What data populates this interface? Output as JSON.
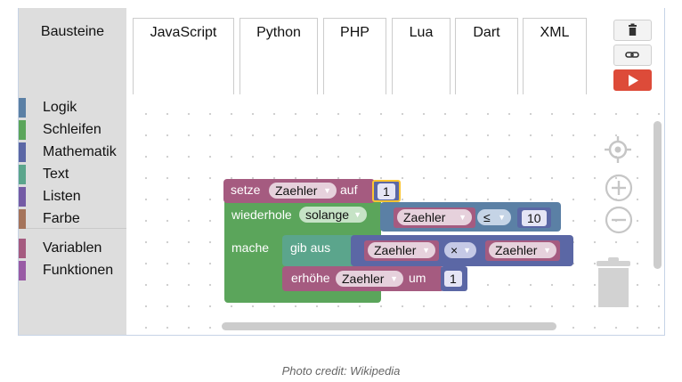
{
  "tabs": [
    "Bausteine",
    "JavaScript",
    "Python",
    "PHP",
    "Lua",
    "Dart",
    "XML"
  ],
  "toolbar": {
    "trash_icon": "trash-icon",
    "link_icon": "link-icon",
    "run_icon": "play-icon"
  },
  "categories": [
    {
      "label": "Logik",
      "color": "#5b80a5"
    },
    {
      "label": "Schleifen",
      "color": "#5ba55b"
    },
    {
      "label": "Mathematik",
      "color": "#5b67a5"
    },
    {
      "label": "Text",
      "color": "#5ba58c"
    },
    {
      "label": "Listen",
      "color": "#745ba5"
    },
    {
      "label": "Farbe",
      "color": "#a5745b"
    },
    {
      "label": "Variablen",
      "color": "#a55b80"
    },
    {
      "label": "Funktionen",
      "color": "#995ba5"
    }
  ],
  "blocks": {
    "set_kw": "setze",
    "set_var": "Zaehler",
    "set_to": "auf",
    "set_value": "1",
    "loop_kw": "wiederhole",
    "loop_mode": "solange",
    "do_kw": "mache",
    "cmp_left": "Zaehler",
    "cmp_op": "≤",
    "cmp_right": "10",
    "print_kw": "gib aus",
    "mul_left": "Zaehler",
    "mul_op": "×",
    "mul_right": "Zaehler",
    "inc_kw": "erhöhe",
    "inc_var": "Zaehler",
    "inc_by": "um",
    "inc_value": "1"
  },
  "colors": {
    "variables": "#a55b80",
    "loops": "#5ba55b",
    "logic": "#5b80a5",
    "math": "#5b67a5",
    "text": "#5ba58c",
    "run": "#dd4b39"
  },
  "credit": "Photo credit: Wikipedia"
}
